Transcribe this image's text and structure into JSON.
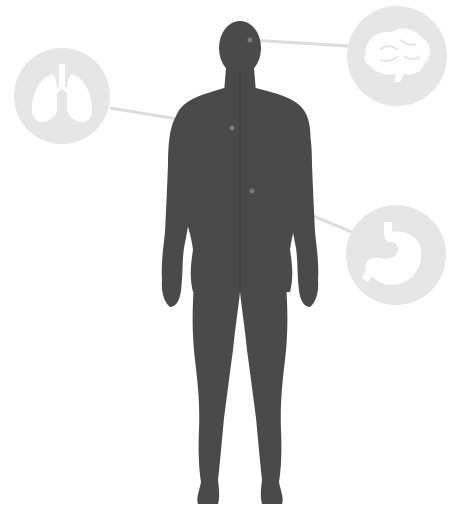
{
  "colors": {
    "background": "#ffffff",
    "body_silhouette": "#4a4a4a",
    "body_shadow": "#3e3e3e",
    "organ_circle": "#e6e6e6",
    "organ_icon": "#ffffff",
    "connector_line": "#dddddd",
    "connector_dot": "#7a7a7a"
  },
  "organs": [
    {
      "name": "lungs",
      "icon": "lungs-icon"
    },
    {
      "name": "brain",
      "icon": "brain-icon"
    },
    {
      "name": "stomach",
      "icon": "stomach-icon"
    }
  ]
}
